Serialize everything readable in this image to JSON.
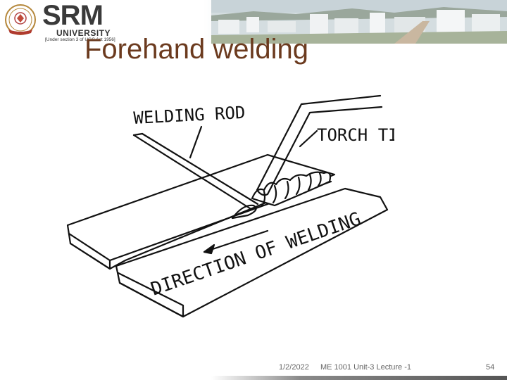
{
  "logo": {
    "name": "SRM",
    "subtitle": "UNIVERSITY",
    "note": "[Under section 3 of UGC Act 1956]"
  },
  "slide": {
    "title": "Forehand welding"
  },
  "figure": {
    "labels": {
      "welding_rod": "WELDING ROD",
      "torch_tip": "TORCH TIP",
      "direction": "DIRECTION OF WELDING"
    }
  },
  "footer": {
    "date": "1/2/2022",
    "text": "ME 1001 Unit-3 Lecture -1",
    "page": "54"
  },
  "colors": {
    "title": "#6b3a1e",
    "footer": "#666666"
  }
}
